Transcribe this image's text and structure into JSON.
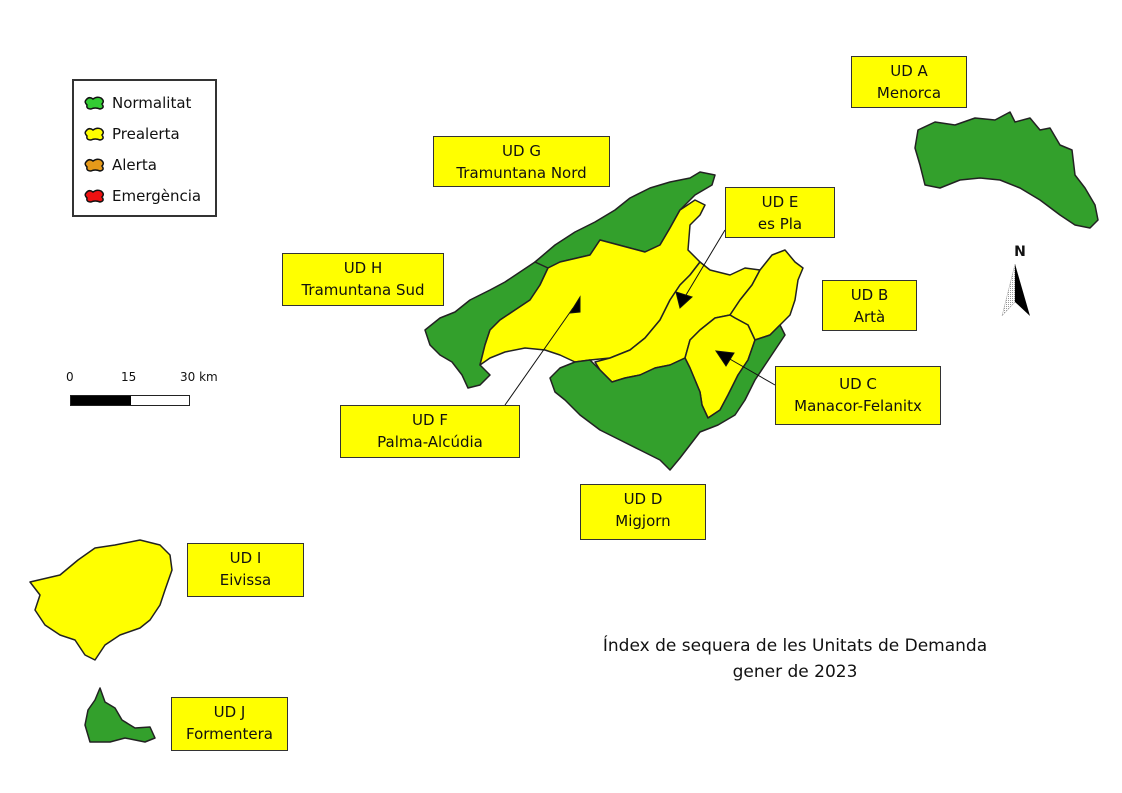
{
  "title": {
    "line1": "Índex de sequera de les Unitats de Demanda",
    "line2": "gener de 2023"
  },
  "legend": {
    "items": [
      {
        "label": "Normalitat",
        "color": "#33cc33"
      },
      {
        "label": "Prealerta",
        "color": "#ffff00"
      },
      {
        "label": "Alerta",
        "color": "#e69a1a"
      },
      {
        "label": "Emergència",
        "color": "#ee1111"
      }
    ]
  },
  "scale_bar": {
    "ticks": [
      "0",
      "15",
      "30 km"
    ]
  },
  "north_arrow": {
    "label": "N"
  },
  "colors": {
    "normalitat_map": "#33a02c",
    "prealerta_map": "#ffff00",
    "label_bg": "#ffff00",
    "outline": "#222222"
  },
  "units": [
    {
      "id": "A",
      "code": "UD A",
      "name": "Menorca",
      "status": "Normalitat"
    },
    {
      "id": "B",
      "code": "UD B",
      "name": "Artà",
      "status": "Prealerta"
    },
    {
      "id": "C",
      "code": "UD C",
      "name": "Manacor-Felanitx",
      "status": "Prealerta"
    },
    {
      "id": "D",
      "code": "UD D",
      "name": "Migjorn",
      "status": "Normalitat"
    },
    {
      "id": "E",
      "code": "UD E",
      "name": "es Pla",
      "status": "Prealerta"
    },
    {
      "id": "F",
      "code": "UD F",
      "name": "Palma-Alcúdia",
      "status": "Prealerta"
    },
    {
      "id": "G",
      "code": "UD G",
      "name": "Tramuntana Nord",
      "status": "Normalitat"
    },
    {
      "id": "H",
      "code": "UD H",
      "name": "Tramuntana Sud",
      "status": "Normalitat"
    },
    {
      "id": "I",
      "code": "UD I",
      "name": "Eivissa",
      "status": "Prealerta"
    },
    {
      "id": "J",
      "code": "UD J",
      "name": "Formentera",
      "status": "Normalitat"
    }
  ]
}
